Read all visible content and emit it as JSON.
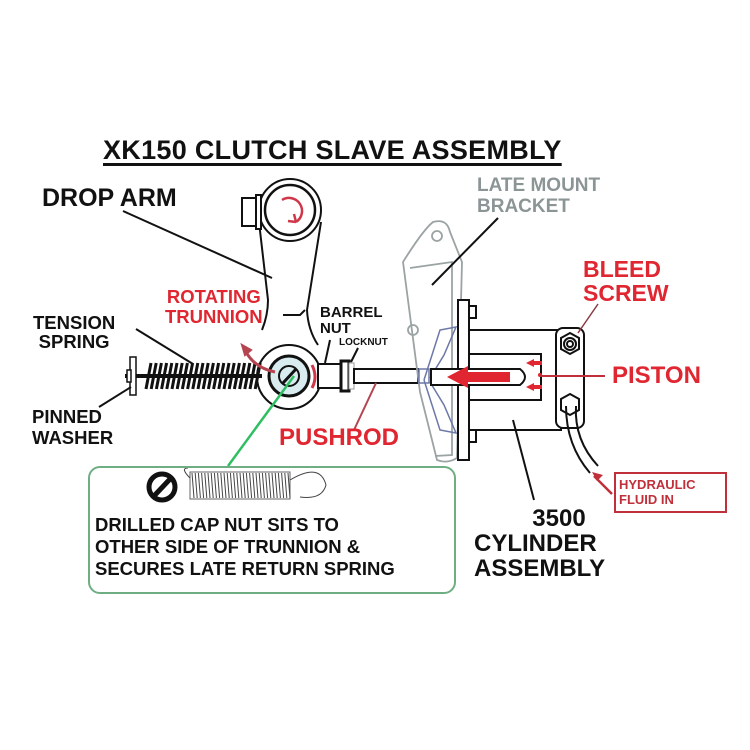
{
  "title": "XK150 CLUTCH SLAVE ASSEMBLY",
  "colors": {
    "label_black": "#111111",
    "label_red": "#e02630",
    "label_gray": "#8c9596",
    "note_border": "#6fae83",
    "leader_green": "#2fbf62",
    "hydraulic_box": "#c0303a"
  },
  "labels": {
    "drop_arm": "DROP ARM",
    "late_mount_bracket": [
      "LATE MOUNT",
      "BRACKET"
    ],
    "rotating_trunnion": [
      "ROTATING",
      "TRUNNION"
    ],
    "barrel_nut": [
      "BARREL",
      "NUT"
    ],
    "locknut": "LOCKNUT",
    "tension_spring": [
      "TENSION",
      "SPRING"
    ],
    "pinned_washer": [
      "PINNED",
      "WASHER"
    ],
    "bleed_screw": [
      "BLEED",
      "SCREW"
    ],
    "piston": "PISTON",
    "pushrod": "PUSHROD",
    "hydraulic_fluid_in": [
      "HYDRAULIC",
      "FLUID IN"
    ],
    "cylinder_assembly": [
      "3500",
      "CYLINDER",
      "ASSEMBLY"
    ]
  },
  "note": {
    "lines": [
      "DRILLED  CAP NUT SITS TO",
      "OTHER SIDE OF TRUNNION &",
      "SECURES LATE RETURN SPRING"
    ],
    "icons": [
      "slotted-cap-nut-icon",
      "return-spring-icon"
    ]
  }
}
